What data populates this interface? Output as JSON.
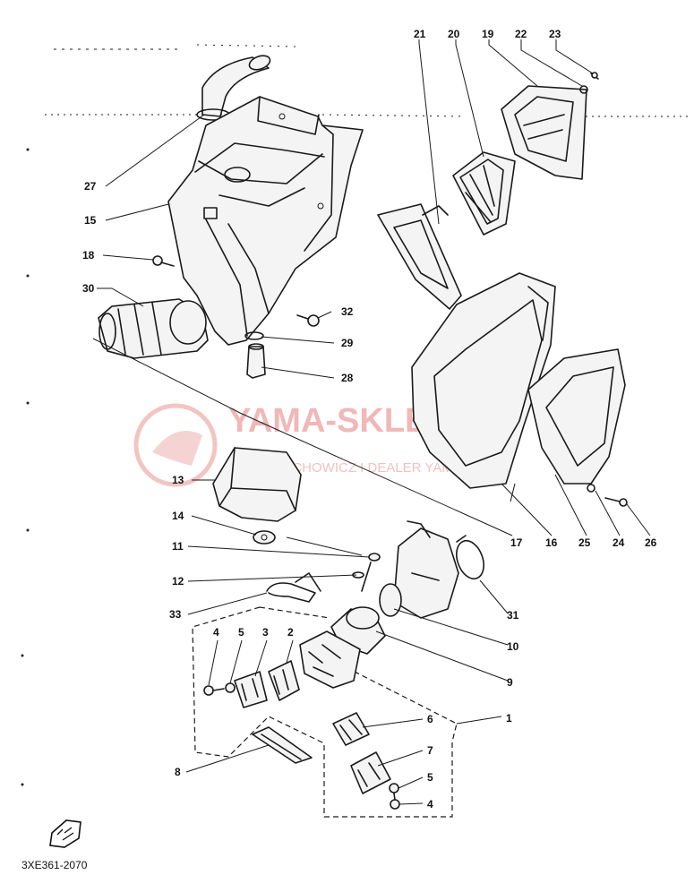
{
  "watermark": {
    "brand": "YAMA-SKLEP.PL",
    "tagline": "WOJCIECHOWICZ I DEALER YAMAHA",
    "brand_color": "#e8a0a0"
  },
  "drawing_ref": "3XE361-2070",
  "direction_icon": "fr-arrow-icon",
  "callouts": {
    "c21": "21",
    "c20": "20",
    "c19": "19",
    "c22": "22",
    "c23": "23",
    "c27": "27",
    "c15": "15",
    "c18": "18",
    "c30": "30",
    "c32": "32",
    "c29": "29",
    "c28": "28",
    "c13": "13",
    "c14": "14",
    "c11": "11",
    "c12": "12",
    "c33": "33",
    "c17": "17",
    "c16": "16",
    "c25": "25",
    "c24": "24",
    "c26": "26",
    "c31": "31",
    "c10": "10",
    "c9": "9",
    "c4a": "4",
    "c5a": "5",
    "c3": "3",
    "c2": "2",
    "c1": "1",
    "c6": "6",
    "c7": "7",
    "c5b": "5",
    "c4b": "4",
    "c8": "8"
  }
}
